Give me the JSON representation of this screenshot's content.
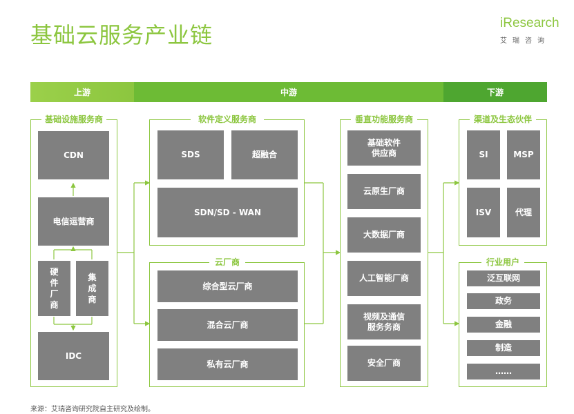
{
  "header": {
    "title": "基础云服务产业链",
    "logo_text": "iResearch",
    "logo_subtitle": "艾瑞咨询"
  },
  "bands": {
    "upstream": "上游",
    "midstream": "中游",
    "downstream": "下游"
  },
  "upstream": {
    "label": "基础设施服务商",
    "cdn": "CDN",
    "telecom": "电信运营商",
    "hardware": "硬件厂商",
    "integrator": "集成商",
    "idc": "IDC"
  },
  "sdn": {
    "label": "软件定义服务商",
    "sds": "SDS",
    "hyper": "超融合",
    "wan": "SDN/SD - WAN"
  },
  "cloud": {
    "label": "云厂商",
    "items": [
      "综合型云厂商",
      "混合云厂商",
      "私有云厂商"
    ]
  },
  "vertical": {
    "label": "垂直功能服务商",
    "items": [
      "基础软件\n供应商",
      "云原生厂商",
      "大数据厂商",
      "人工智能厂商",
      "视频及通信\n服务务商",
      "安全厂商"
    ]
  },
  "channel": {
    "label": "渠道及生态伙伴",
    "items": [
      "SI",
      "MSP",
      "ISV",
      "代理"
    ]
  },
  "industry": {
    "label": "行业用户",
    "items": [
      "泛互联网",
      "政务",
      "金融",
      "制造",
      "……"
    ]
  },
  "source": "来源：艾瑞咨询研究院自主研究及绘制。",
  "colors": {
    "accent": "#8cc63f",
    "band_mid": "#6dbb35",
    "band_down": "#4ea630",
    "box": "#808080"
  }
}
